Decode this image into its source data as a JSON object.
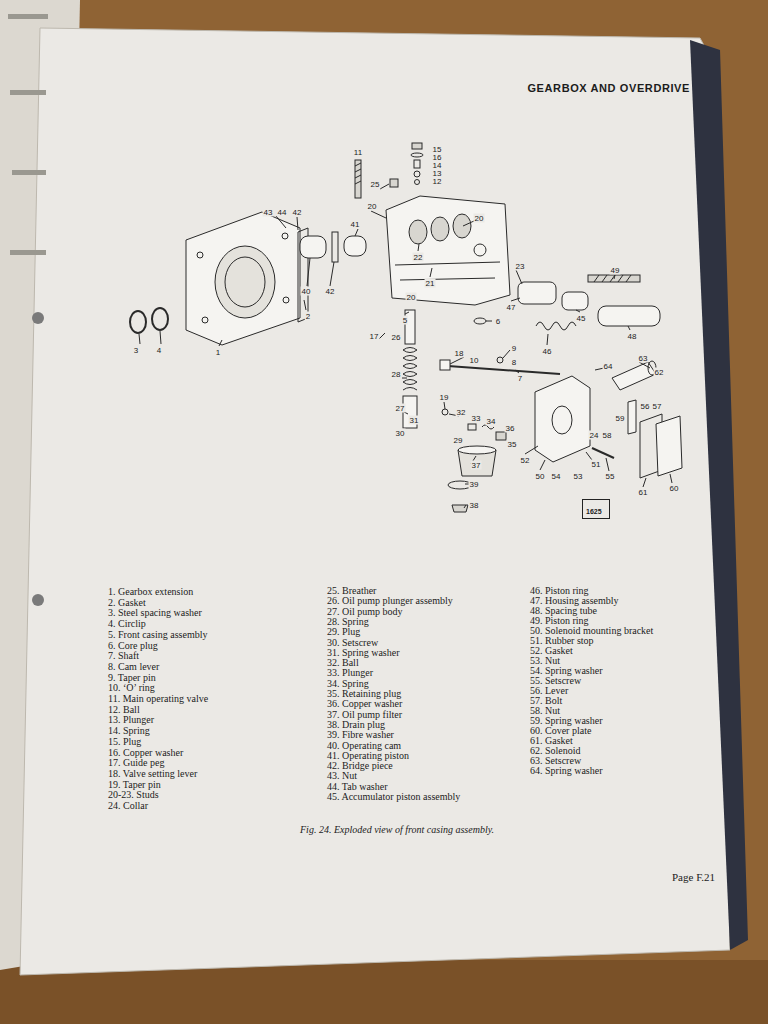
{
  "diagram": {
    "title": "GEARBOX AND OVERDRIVE",
    "caption": "Fig. 24. Exploded view of front casing assembly.",
    "nodes": [
      {
        "text": [
          "1625"
        ]
      }
    ],
    "labels": [
      "11",
      "15",
      "16",
      "14",
      "13",
      "12",
      "25",
      "20",
      "43",
      "44",
      "42",
      "41",
      "20",
      "22",
      "21",
      "23",
      "49",
      "3",
      "4",
      "1",
      "2",
      "40",
      "42",
      "20",
      "47",
      "45",
      "48",
      "6",
      "5",
      "17",
      "26",
      "46",
      "18",
      "10",
      "9",
      "8",
      "7",
      "63",
      "64",
      "62",
      "28",
      "19",
      "27",
      "31",
      "32",
      "33",
      "34",
      "36",
      "35",
      "30",
      "29",
      "37",
      "39",
      "38",
      "56",
      "57",
      "59",
      "58",
      "24",
      "52",
      "51",
      "50",
      "54",
      "53",
      "55",
      "61",
      "60",
      "1. Gearbox extension",
      "2. Gasket",
      "3. Steel spacing washer",
      "4. Circlip",
      "5. Front casing assembly",
      "6. Core plug",
      "7. Shaft",
      "8. Cam lever",
      "9. Taper pin",
      "10. ‘O’ ring",
      "11. Main operating valve",
      "12. Ball",
      "13. Plunger",
      "14. Spring",
      "15. Plug",
      "16. Copper washer",
      "17. Guide peg",
      "18. Valve setting lever",
      "19. Taper pin",
      "20-23. Studs",
      "24. Collar",
      "25. Breather",
      "26. Oil pump plunger assembly",
      "27. Oil pump body",
      "28. Spring",
      "29. Plug",
      "30. Setscrew",
      "31. Spring washer",
      "32. Ball",
      "33. Plunger",
      "34. Spring",
      "35. Retaining plug",
      "36. Copper washer",
      "37. Oil pump filter",
      "38. Drain plug",
      "39. Fibre washer",
      "40. Operating cam",
      "41. Operating piston",
      "42. Bridge piece",
      "43. Nut",
      "44. Tab washer",
      "45. Accumulator piston assembly",
      "46. Piston ring",
      "47. Housing assembly",
      "48. Spacing tube",
      "49. Piston ring",
      "50. Solenoid mounting bracket",
      "51. Rubber stop",
      "52. Gasket",
      "53. Nut",
      "54. Spring washer",
      "55. Setscrew",
      "56. Lever",
      "57. Bolt",
      "58. Nut",
      "59. Spring washer",
      "60. Cover plate",
      "61. Gasket",
      "62. Solenoid",
      "63. Setscrew",
      "64. Spring washer",
      "Page F.21"
    ]
  }
}
